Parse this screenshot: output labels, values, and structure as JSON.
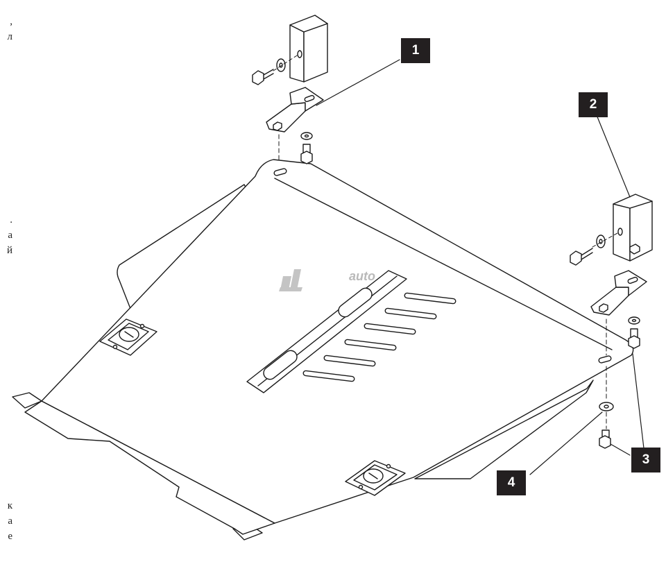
{
  "callouts": [
    {
      "label": "1",
      "part": "front-bracket"
    },
    {
      "label": "2",
      "part": "rear-bracket"
    },
    {
      "label": "3",
      "part": "bolt"
    },
    {
      "label": "4",
      "part": "washer"
    }
  ],
  "watermark": {
    "text": "auto"
  },
  "edge_text": {
    "top": [
      ",",
      "л"
    ],
    "middle": [
      ".",
      "а",
      "й"
    ],
    "bottom": [
      "к",
      "а",
      "е"
    ]
  },
  "colors": {
    "line": "#1a1a1a",
    "plate_fill": "#ffffff",
    "label_bg": "#231f20",
    "label_text": "#ffffff",
    "watermark": "#b9b9b9"
  }
}
